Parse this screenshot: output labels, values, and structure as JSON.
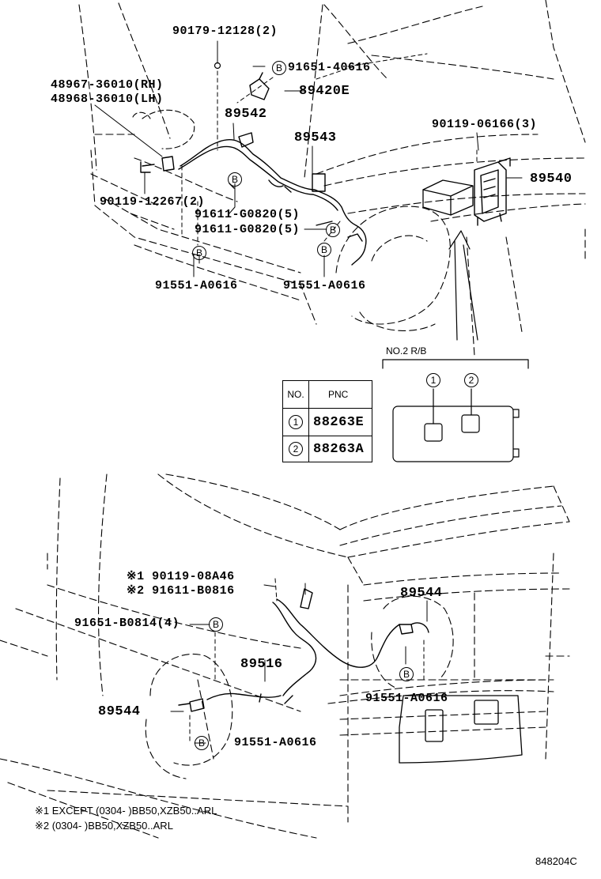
{
  "diagram_id": "848204C",
  "top_section": {
    "labels": {
      "p90179": "90179-12128(2)",
      "p91651_a": "91651-40616",
      "p48967": "48967-36010(RH)",
      "p48968": "48968-36010(LH)",
      "p89420e": "89420E",
      "p89542": "89542",
      "p89543": "89543",
      "p90119_06166": "90119-06166(3)",
      "p89540": "89540",
      "p90119_12267": "90119-12267(2)",
      "p91611_g0820_a": "91611-G0820(5)",
      "p91611_g0820_b": "91611-G0820(5)",
      "p91551_a0616_a": "91551-A0616",
      "p91551_a0616_b": "91551-A0616"
    },
    "bolt_marker": "B"
  },
  "relay_block": {
    "title": "NO.2 R/B",
    "markers": [
      "1",
      "2"
    ]
  },
  "pnc_table": {
    "header_no": "NO.",
    "header_pnc": "PNC",
    "rows": [
      {
        "no": "1",
        "pnc": "88263E"
      },
      {
        "no": "2",
        "pnc": "88263A"
      }
    ]
  },
  "bottom_section": {
    "labels": {
      "p90119_08a46": "※1 90119-08A46",
      "p91611_b0816": "※2 91611-B0816",
      "p91651_b0814": "91651-B0814(4)",
      "p89544_r": "89544",
      "p89516": "89516",
      "p89544_l": "89544",
      "p91551_a0616_c": "91551-A0616",
      "p91551_a0616_d": "91551-A0616"
    }
  },
  "notes": {
    "note1": "※1 EXCEPT (0304-      )BB50,XZB50..ARL",
    "note2": "※2 (0304-      )BB50,XZB50..ARL"
  }
}
